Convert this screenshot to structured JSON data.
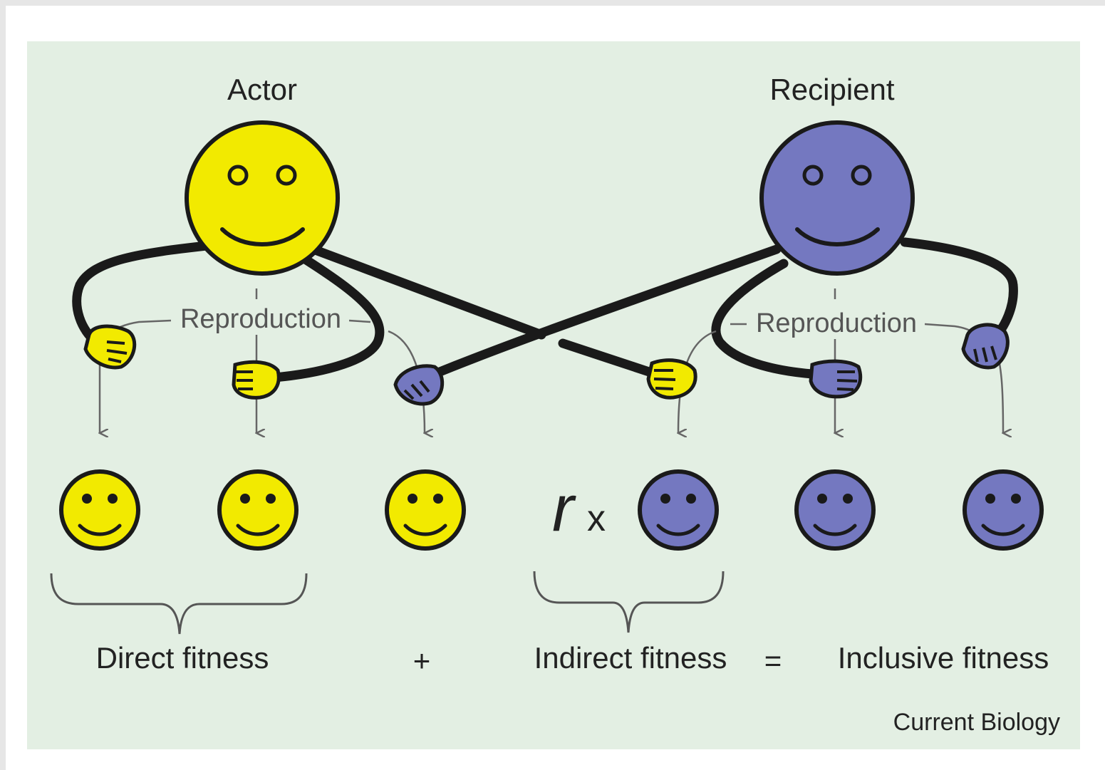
{
  "labels": {
    "actor": "Actor",
    "recipient": "Recipient",
    "reproduction_left": "Reproduction",
    "reproduction_right": "Reproduction",
    "r": "r",
    "times": "x",
    "direct_fitness": "Direct fitness",
    "plus": "+",
    "indirect_fitness": "Indirect fitness",
    "equals": "=",
    "inclusive_fitness": "Inclusive fitness",
    "credit": "Current Biology"
  },
  "colors": {
    "panel_background": "#e3efe3",
    "actor_yellow": "#f2ea00",
    "recipient_purple": "#7478c0",
    "outline": "#1a1a1a",
    "arrow_gray": "#666666"
  },
  "icons": {
    "actor_face": "smiley-face",
    "recipient_face": "smiley-face",
    "hands": "fist-hand"
  }
}
